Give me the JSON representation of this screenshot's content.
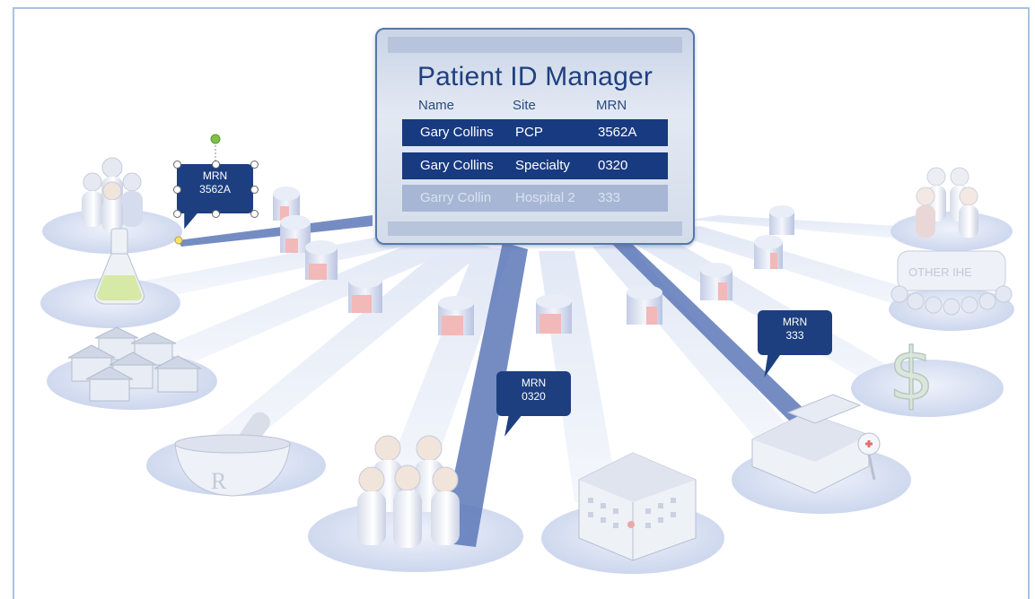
{
  "panel": {
    "title": "Patient ID Manager",
    "headers": [
      "Name",
      "Site",
      "MRN"
    ],
    "rows": [
      {
        "name": "Gary Collins",
        "site": "PCP",
        "mrn": "3562A"
      },
      {
        "name": "Gary Collins",
        "site": "Specialty",
        "mrn": "0320"
      },
      {
        "name": "Garry Collin",
        "site": "Hospital 2",
        "mrn": "333"
      }
    ]
  },
  "bubbles": {
    "left": {
      "label": "MRN",
      "value": "3562A"
    },
    "center": {
      "label": "MRN",
      "value": "0320"
    },
    "right": {
      "label": "MRN",
      "value": "333"
    }
  },
  "other_ihe_label": "OTHER IHE",
  "colors": {
    "panel_border": "#5478a8",
    "row_dark": "#183a80",
    "row_faded": "#a7b6d4",
    "platform": "#d5ddf0",
    "beam": "#5d78b8"
  }
}
